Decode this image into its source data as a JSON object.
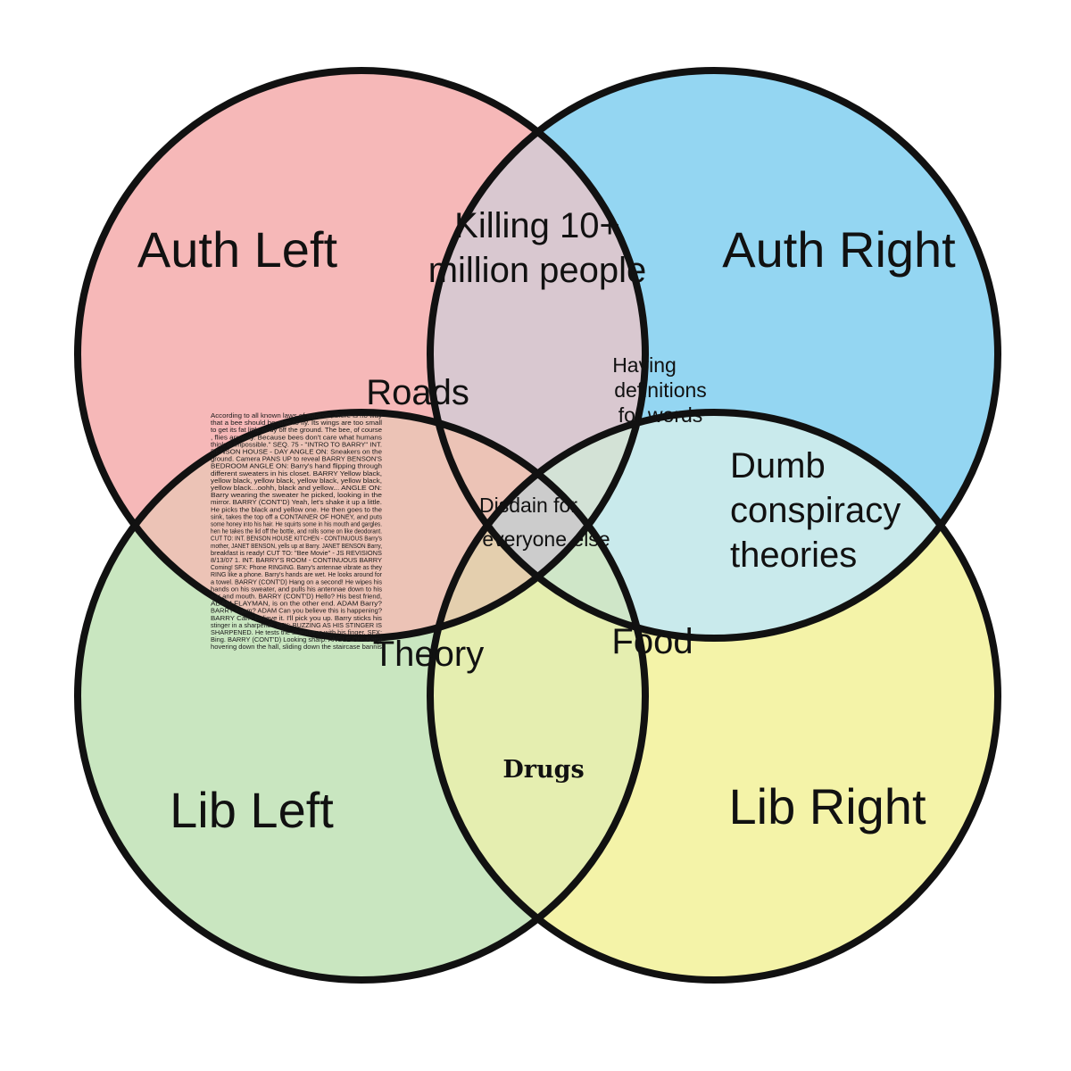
{
  "colors": {
    "auth_left": "#f6b8b8",
    "auth_right": "#94d6f2",
    "lib_left": "#c9e6c0",
    "lib_right": "#f4f3a8",
    "ar_ll_overlap": "#d9c8d0",
    "ll_lr_overlap": "#c6d8d8",
    "al_ll_overlap": "#ecc3b6",
    "ar_lr_overlap": "#c9eaec",
    "center": "#cccccc",
    "outline": "#111111"
  },
  "quadrants": {
    "auth_left": "Auth Left",
    "auth_right": "Auth Right",
    "lib_left": "Lib Left",
    "lib_right": "Lib Right"
  },
  "regions": {
    "killing": [
      "Killing 10+",
      "million people"
    ],
    "roads": "Roads",
    "definitions": [
      "Having",
      "definitions",
      "for words"
    ],
    "disdain": [
      "Disdain for",
      "everyone else"
    ],
    "conspiracy": [
      "Dumb",
      "conspiracy",
      "theories"
    ],
    "theory": "Theory",
    "food": "Food",
    "drugs": "Drugs"
  },
  "bee_movie_script": [
    "According to all known laws of aviation, there is no way",
    "that a bee should be able to fly. Its wings are too small",
    "to get its fat little body off the ground. The bee, of course",
    ", flies anyway. Because bees don't care what humans",
    "think is impossible.\" SEQ. 75 - \"INTRO TO BARRY\" INT.",
    "BENSON HOUSE - DAY ANGLE ON: Sneakers on the",
    "ground. Camera PANS UP to reveal BARRY BENSON'S",
    "BEDROOM ANGLE ON: Barry's hand flipping through",
    "different sweaters in his closet. BARRY Yellow black,",
    "yellow black, yellow black, yellow black, yellow black,",
    "yellow black...oohh, black and yellow... ANGLE ON:",
    "Barry wearing the sweater he picked, looking in the",
    "mirror. BARRY (CONT'D) Yeah, let's shake it up a little.",
    "He picks the black and yellow one. He then goes to the",
    "sink, takes the top off a CONTAINER OF HONEY, and puts",
    "some honey into his hair. He squirts some in his mouth and gargles.",
    "hen he takes the lid off the bottle, and rolls some on like deodorant.",
    "CUT TO: INT. BENSON HOUSE KITCHEN - CONTINUOUS Barry's",
    "mother, JANET BENSON, yells up at Barry. JANET BENSON Barry,",
    "breakfast is ready! CUT TO: \"Bee Movie\" - JS REVISIONS",
    "8/13/07 1. INT. BARRY'S ROOM - CONTINUOUS BARRY",
    "Coming! SFX: Phone RINGING. Barry's antennae vibrate as they",
    "RING like a phone. Barry's hands are wet. He looks around for",
    "a towel. BARRY (CONT'D) Hang on a second! He wipes his",
    "hands on his sweater, and pulls his antennae down to his",
    "ear and mouth. BARRY (CONT'D) Hello? His best friend,",
    "ADAM FLAYMAN, is on the other end. ADAM Barry?",
    "BARRY Adam? ADAM Can you believe this is happening?",
    "BARRY Can't believe it. I'll pick you up. Barry sticks his",
    "stinger in a sharpener. SFX: BUZZING AS HIS STINGER IS",
    "SHARPENED. He tests the sharpness with his finger. SFX:",
    "Bing. BARRY (CONT'D) Looking sharp. ANGLE ON: Barry",
    "hovering down the hall, sliding down the staircase bannis"
  ]
}
